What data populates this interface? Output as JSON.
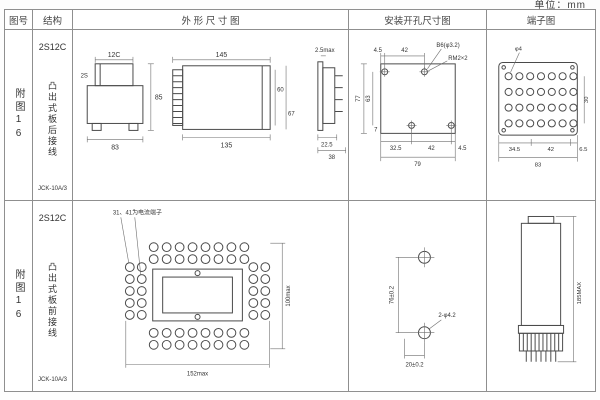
{
  "unit": "单位：mm",
  "headers": {
    "fig": "图号",
    "struct": "结构",
    "outline": "外 形 尺 寸 图",
    "install": "安装开孔尺寸图",
    "terminal": "端子图"
  },
  "row1": {
    "fig": "附图16",
    "model": "2S12C",
    "desc": "凸出式板后接线",
    "code": "JCK-10A/3",
    "outline": {
      "l12c": "12C",
      "l2s": "2S",
      "d83": "83",
      "d85": "85",
      "d145": "145",
      "d135": "135",
      "d60": "60",
      "d67": "67",
      "d25max": "2.5max",
      "d225": "22.5",
      "d38": "38"
    },
    "install": {
      "d45a": "4.5",
      "d42a": "42",
      "b6": "B6(φ3.2)",
      "rm": "RM2×2",
      "d77": "77",
      "d63": "63",
      "d7": "7",
      "d325": "32.5",
      "d42b": "42",
      "d45b": "4.5",
      "d79": "79"
    },
    "terminal": {
      "phi4": "φ4",
      "d30": "30",
      "d345": "34.5",
      "d42": "42",
      "d65": "6.5",
      "d83": "83"
    }
  },
  "row2": {
    "fig": "附图16",
    "model": "2S12C",
    "desc": "凸出式板前接线",
    "code": "JCK-10A/3",
    "outline": {
      "note": "31、41为电流端子",
      "d100": "100max",
      "d152": "152max"
    },
    "install": {
      "d76": "76±0.2",
      "phi": "2-φ4.2",
      "d20": "20±0.2"
    },
    "terminal": {
      "d185": "185MAX"
    }
  }
}
